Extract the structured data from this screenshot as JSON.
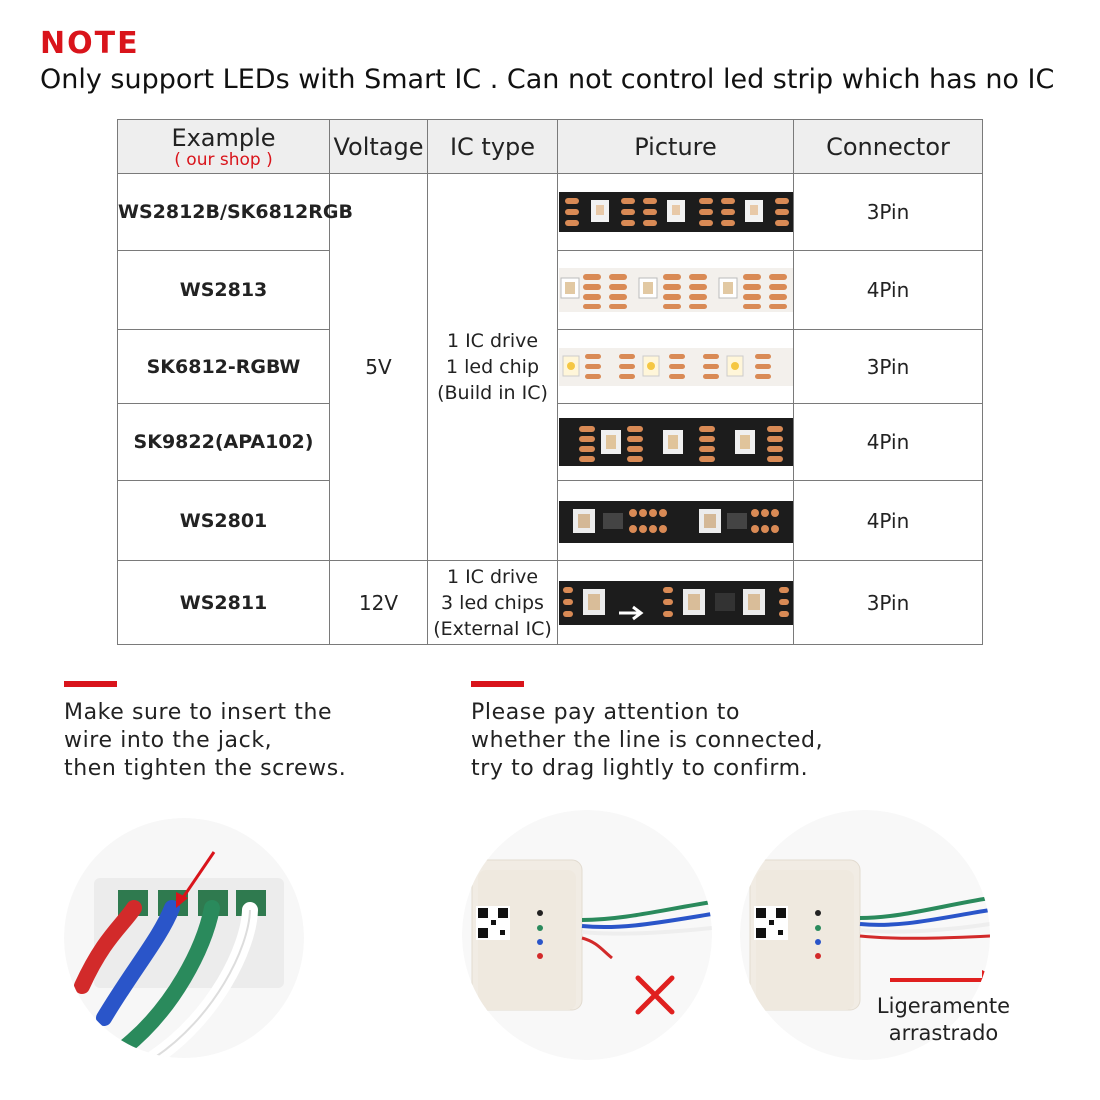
{
  "header": {
    "note": "NOTE",
    "subtitle": "Only support LEDs with Smart IC .  Can not control led strip which has no IC"
  },
  "table": {
    "headers": {
      "example": "Example",
      "example_sub": "( our shop )",
      "voltage": "Voltage",
      "ic_type": "IC type",
      "picture": "Picture",
      "connector": "Connector"
    },
    "rows": [
      {
        "model": "WS2812B/SK6812RGB",
        "connector": "3Pin"
      },
      {
        "model": "WS2813",
        "connector": "4Pin"
      },
      {
        "model": "SK6812-RGBW",
        "connector": "3Pin"
      },
      {
        "model": "SK9822(APA102)",
        "connector": "4Pin"
      },
      {
        "model": "WS2801",
        "connector": "4Pin"
      },
      {
        "model": "WS2811",
        "connector": "3Pin"
      }
    ],
    "groups": [
      {
        "voltage": "5V",
        "ic_lines": [
          "1 IC drive",
          "1 led chip",
          "(Build in IC)"
        ]
      },
      {
        "voltage": "12V",
        "ic_lines": [
          "1 IC drive",
          "3 led chips",
          "(External IC)"
        ]
      }
    ]
  },
  "notes": {
    "left": [
      "Make sure to insert the",
      "wire into the jack,",
      "then tighten the screws."
    ],
    "right": [
      "Please pay attention to",
      "whether the line is connected,",
      "try to drag lightly to confirm."
    ]
  },
  "photo_caption": [
    "Ligeramente",
    "arrastrado"
  ],
  "colors": {
    "accent_red": "#d9141b",
    "header_bg": "#eeeeee",
    "border": "#7a7a7a",
    "strip_black": "#1c1c1c",
    "strip_white": "#f3f0ec",
    "pad_copper": "#d98a55"
  },
  "icons": [
    "red-x-icon",
    "red-arrow-icon",
    "pointer-arrow-icon",
    "qr-code-icon"
  ]
}
